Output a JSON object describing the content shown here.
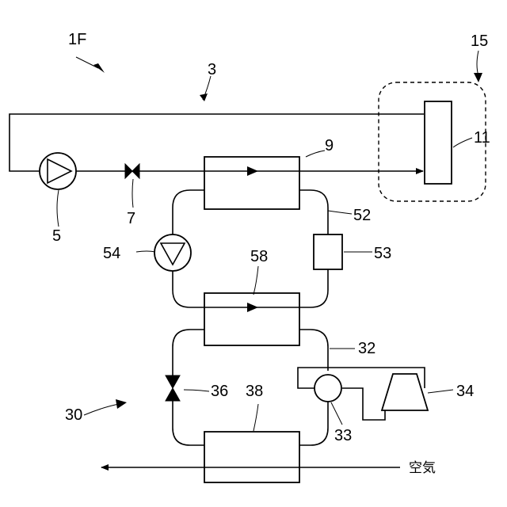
{
  "diagram": {
    "figure_label": "1F",
    "labels": {
      "line_3": "3",
      "pump_5": "5",
      "valve_7": "7",
      "hx_9": "9",
      "device_11": "11",
      "region_15": "15",
      "loop_30": "30",
      "loop_32": "32",
      "fan_33": "33",
      "compressor_34": "34",
      "valve_36": "36",
      "hx_38": "38",
      "loop_52": "52",
      "tank_53": "53",
      "pump_54": "54",
      "hx_58": "58"
    },
    "air_label": "空気"
  }
}
